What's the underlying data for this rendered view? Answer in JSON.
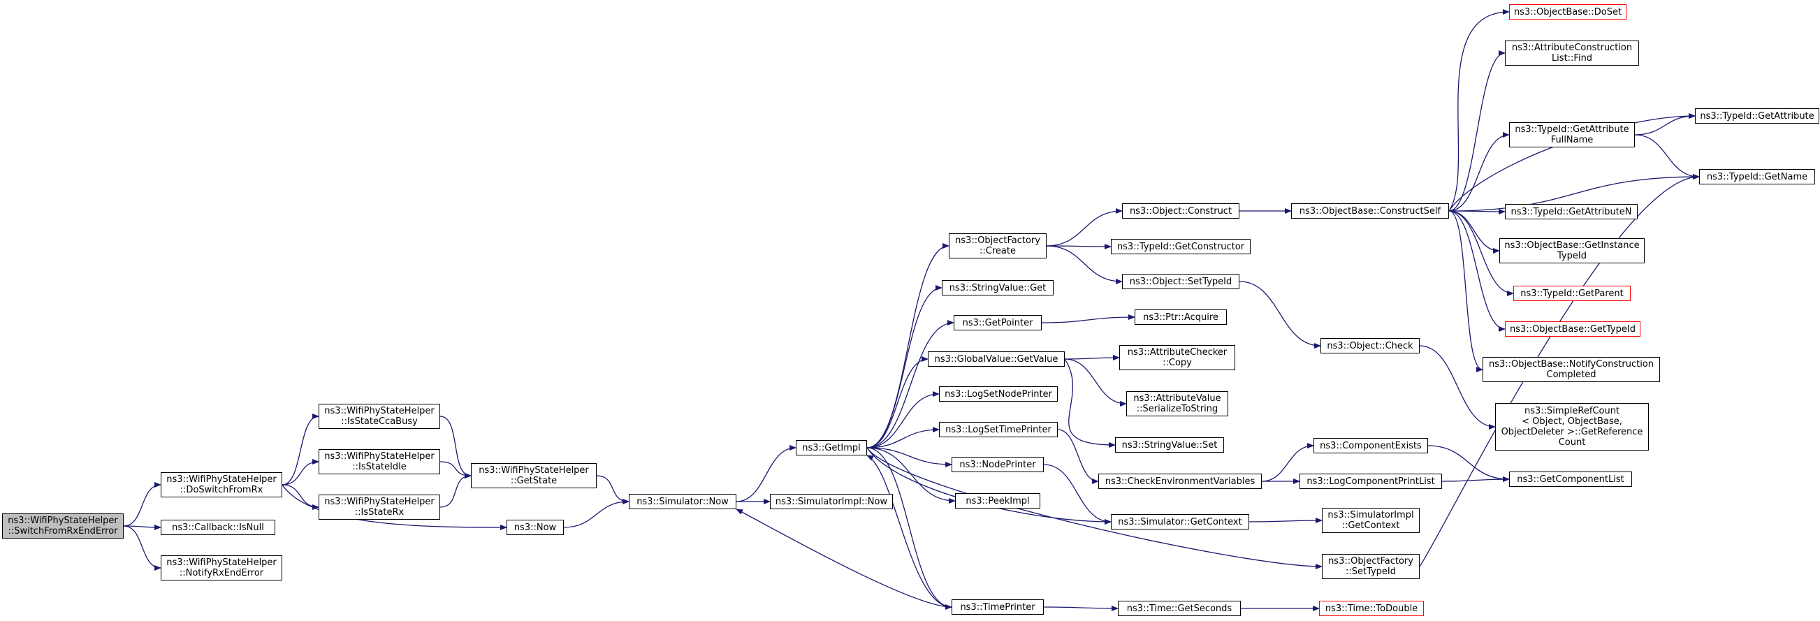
{
  "colors": {
    "edge": "#191970",
    "border": "#000000",
    "truncated_border": "#ff0000",
    "focus_fill": "#bfbfbf"
  },
  "nodes": [
    {
      "id": "switch",
      "lines": [
        "ns3::WifiPhyStateHelper",
        "::SwitchFromRxEndError"
      ],
      "focus": true
    },
    {
      "id": "doswitch",
      "lines": [
        "ns3::WifiPhyStateHelper",
        "::DoSwitchFromRx"
      ]
    },
    {
      "id": "cbisnull",
      "lines": [
        "ns3::Callback::IsNull"
      ]
    },
    {
      "id": "notifyrx",
      "lines": [
        "ns3::WifiPhyStateHelper",
        "::NotifyRxEndError"
      ]
    },
    {
      "id": "ccabusy",
      "lines": [
        "ns3::WifiPhyStateHelper",
        "::IsStateCcaBusy"
      ]
    },
    {
      "id": "idle",
      "lines": [
        "ns3::WifiPhyStateHelper",
        "::IsStateIdle"
      ]
    },
    {
      "id": "staterx",
      "lines": [
        "ns3::WifiPhyStateHelper",
        "::IsStateRx"
      ]
    },
    {
      "id": "now",
      "lines": [
        "ns3::Now"
      ]
    },
    {
      "id": "getstate",
      "lines": [
        "ns3::WifiPhyStateHelper",
        "::GetState"
      ]
    },
    {
      "id": "simnow",
      "lines": [
        "ns3::Simulator::Now"
      ]
    },
    {
      "id": "getimpl",
      "lines": [
        "ns3::GetImpl"
      ]
    },
    {
      "id": "simimplnow",
      "lines": [
        "ns3::SimulatorImpl::Now"
      ]
    },
    {
      "id": "ofcreate",
      "lines": [
        "ns3::ObjectFactory",
        "::Create"
      ]
    },
    {
      "id": "svget",
      "lines": [
        "ns3::StringValue::Get"
      ]
    },
    {
      "id": "getpointer",
      "lines": [
        "ns3::GetPointer"
      ]
    },
    {
      "id": "gvgetvalue",
      "lines": [
        "ns3::GlobalValue::GetValue"
      ]
    },
    {
      "id": "lognode",
      "lines": [
        "ns3::LogSetNodePrinter"
      ]
    },
    {
      "id": "logtime",
      "lines": [
        "ns3::LogSetTimePrinter"
      ]
    },
    {
      "id": "nodeprinter",
      "lines": [
        "ns3::NodePrinter"
      ]
    },
    {
      "id": "peekimpl",
      "lines": [
        "ns3::PeekImpl"
      ]
    },
    {
      "id": "timeprinter",
      "lines": [
        "ns3::TimePrinter"
      ]
    },
    {
      "id": "objconstruct",
      "lines": [
        "ns3::Object::Construct"
      ]
    },
    {
      "id": "tidgetctor",
      "lines": [
        "ns3::TypeId::GetConstructor"
      ]
    },
    {
      "id": "objsettypeid",
      "lines": [
        "ns3::Object::SetTypeId"
      ]
    },
    {
      "id": "ptracquire",
      "lines": [
        "ns3::Ptr::Acquire"
      ]
    },
    {
      "id": "accopy",
      "lines": [
        "ns3::AttributeChecker",
        "::Copy"
      ]
    },
    {
      "id": "avser",
      "lines": [
        "ns3::AttributeValue",
        "::SerializeToString"
      ]
    },
    {
      "id": "svset",
      "lines": [
        "ns3::StringValue::Set"
      ]
    },
    {
      "id": "checkenv",
      "lines": [
        "ns3::CheckEnvironmentVariables"
      ]
    },
    {
      "id": "simgetctx",
      "lines": [
        "ns3::Simulator::GetContext"
      ]
    },
    {
      "id": "ofsettypeid",
      "lines": [
        "ns3::ObjectFactory",
        "::SetTypeId"
      ]
    },
    {
      "id": "timegetsec",
      "lines": [
        "ns3::Time::GetSeconds"
      ]
    },
    {
      "id": "obconstructself",
      "lines": [
        "ns3::ObjectBase::ConstructSelf"
      ]
    },
    {
      "id": "objcheck",
      "lines": [
        "ns3::Object::Check"
      ]
    },
    {
      "id": "compexists",
      "lines": [
        "ns3::ComponentExists"
      ]
    },
    {
      "id": "logcomplist",
      "lines": [
        "ns3::LogComponentPrintList"
      ]
    },
    {
      "id": "simimplctx",
      "lines": [
        "ns3::SimulatorImpl",
        "::GetContext"
      ]
    },
    {
      "id": "timetodouble",
      "lines": [
        "ns3::Time::ToDouble"
      ],
      "truncated": true
    },
    {
      "id": "obdoset",
      "lines": [
        "ns3::ObjectBase::DoSet"
      ],
      "truncated": true
    },
    {
      "id": "aclistfind",
      "lines": [
        "ns3::AttributeConstruction",
        "List::Find"
      ]
    },
    {
      "id": "tidgetattrfull",
      "lines": [
        "ns3::TypeId::GetAttribute",
        "FullName"
      ]
    },
    {
      "id": "tidgetattrn",
      "lines": [
        "ns3::TypeId::GetAttributeN"
      ]
    },
    {
      "id": "obgetinst",
      "lines": [
        "ns3::ObjectBase::GetInstance",
        "TypeId"
      ]
    },
    {
      "id": "tidgetparent",
      "lines": [
        "ns3::TypeId::GetParent"
      ],
      "truncated": true
    },
    {
      "id": "obgettypeid",
      "lines": [
        "ns3::ObjectBase::GetTypeId"
      ],
      "truncated": true
    },
    {
      "id": "obnotify",
      "lines": [
        "ns3::ObjectBase::NotifyConstruction",
        "Completed"
      ]
    },
    {
      "id": "srcgetref",
      "lines": [
        "ns3::SimpleRefCount",
        "< Object, ObjectBase,",
        "ObjectDeleter >::GetReference",
        "Count"
      ]
    },
    {
      "id": "getcomplist",
      "lines": [
        "ns3::GetComponentList"
      ]
    },
    {
      "id": "tidgetattr",
      "lines": [
        "ns3::TypeId::GetAttribute"
      ]
    },
    {
      "id": "tidgetname",
      "lines": [
        "ns3::TypeId::GetName"
      ]
    }
  ]
}
